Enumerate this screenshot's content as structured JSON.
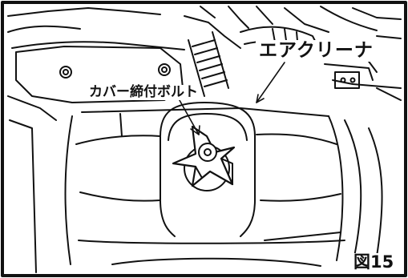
{
  "callouts": {
    "air_cleaner": "エアクリーナ",
    "cover_bolt": "カバー締付ボルト"
  },
  "figure_number": "図15",
  "colors": {
    "line": "#111111",
    "background": "#ffffff"
  }
}
